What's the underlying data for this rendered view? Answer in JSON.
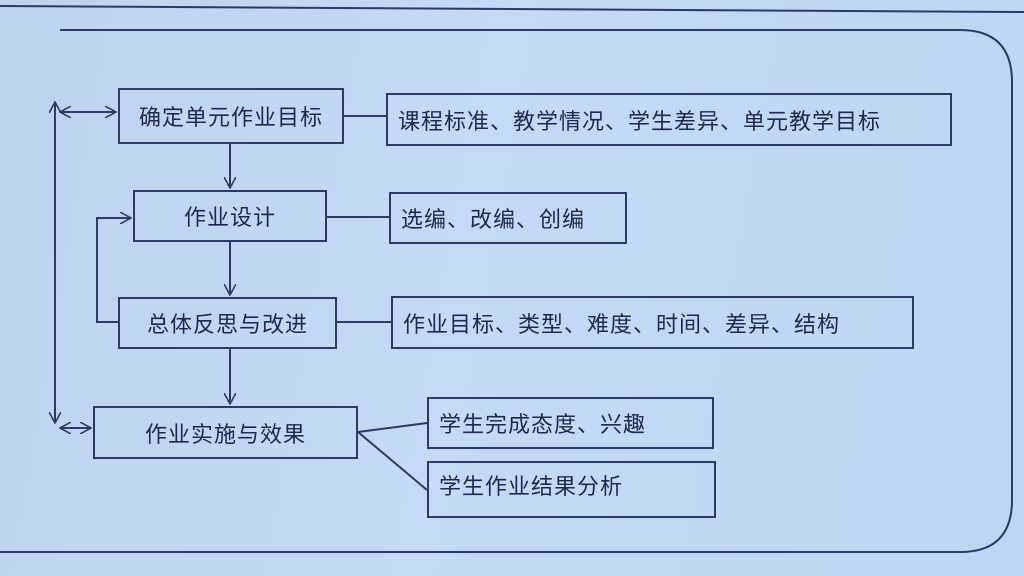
{
  "diagram": {
    "steps": [
      {
        "label": "确定单元作业目标",
        "details": [
          "课程标准、教学情况、学生差异、单元教学目标"
        ]
      },
      {
        "label": "作业设计",
        "details": [
          "选编、改编、创编"
        ]
      },
      {
        "label": "总体反思与改进",
        "details": [
          "作业目标、类型、难度、时间、差异、结构"
        ]
      },
      {
        "label": "作业实施与效果",
        "details": [
          "学生完成态度、兴趣",
          "学生作业结果分析"
        ]
      }
    ],
    "colors": {
      "line": "#2c3a68",
      "background": "#c0d8f4"
    }
  }
}
